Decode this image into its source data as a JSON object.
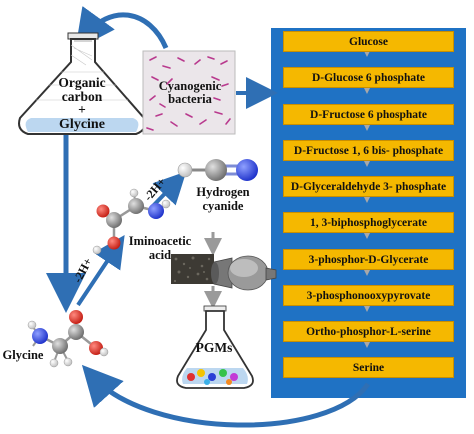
{
  "pathway": {
    "steps": [
      "Glucose",
      "D-Glucose 6 phosphate",
      "D-Fructose 6 phosphate",
      "D-Fructose 1, 6 bis- phosphate",
      "D-Glyceraldehyde 3- phosphate",
      "1, 3-biphosphoglycerate",
      "3-phosphor-D-Glycerate",
      "3-phosphonooxypyrovate",
      "Ortho-phosphor-L-serine",
      "Serine"
    ]
  },
  "flask_top": {
    "line1": "Organic",
    "line2": "carbon",
    "plus": "+",
    "line3": "Glycine"
  },
  "bacteria": {
    "line1": "Cyanogenic",
    "line2": "bacteria"
  },
  "molecules": {
    "hydrogen_line1": "Hydrogen",
    "hydrogen_line2": "cyanide",
    "iminoacetic_line1": "Iminoacetic",
    "iminoacetic_line2": "acid",
    "glycine": "Glycine"
  },
  "reaction_labels": {
    "left": "-2H+",
    "right": "-2H+"
  },
  "product": {
    "label": "PGMs"
  },
  "colors": {
    "pathway_fill": "#f5b800",
    "pathway_panel": "#1f72c4",
    "arrow_blue": "#2f6fb4",
    "flask_liquid": "#bcd7f0"
  }
}
